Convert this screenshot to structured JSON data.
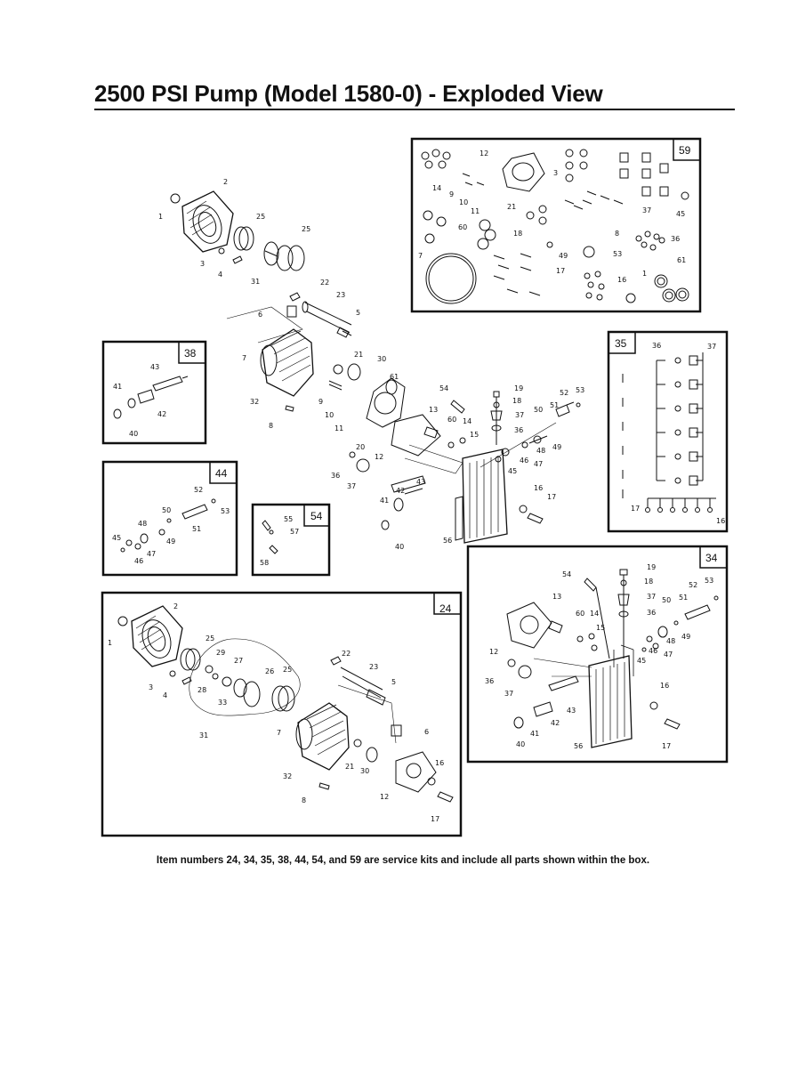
{
  "title": "2500 PSI Pump (Model 1580-0) - Exploded View",
  "footnote": "Item numbers 24, 34, 35, 38, 44, 54, and 59 are service kits and include all parts shown within the box.",
  "kits": [
    {
      "id": "59",
      "label": "59"
    },
    {
      "id": "38",
      "label": "38"
    },
    {
      "id": "35",
      "label": "35"
    },
    {
      "id": "44",
      "label": "44"
    },
    {
      "id": "54",
      "label": "54"
    },
    {
      "id": "34",
      "label": "34"
    },
    {
      "id": "24",
      "label": "24"
    }
  ],
  "callouts": {
    "main": [
      "2",
      "1",
      "25",
      "25",
      "3",
      "4",
      "31",
      "22",
      "23",
      "6",
      "5",
      "7",
      "21",
      "30",
      "61",
      "32",
      "9",
      "10",
      "11",
      "8",
      "19",
      "18",
      "37",
      "36",
      "54",
      "52",
      "53",
      "50",
      "51",
      "49",
      "48",
      "47",
      "46",
      "45",
      "60",
      "14",
      "15",
      "13",
      "20",
      "12",
      "36",
      "37",
      "43",
      "42",
      "41",
      "40",
      "56",
      "16",
      "17"
    ],
    "kit59": [
      "12",
      "14",
      "9",
      "10",
      "11",
      "3",
      "37",
      "45",
      "21",
      "8",
      "60",
      "18",
      "36",
      "49",
      "53",
      "7",
      "17",
      "16",
      "1",
      "61"
    ],
    "kit38": [
      "43",
      "41",
      "42",
      "40"
    ],
    "kit35": [
      "36",
      "37",
      "17",
      "16"
    ],
    "kit44": [
      "52",
      "53",
      "50",
      "51",
      "48",
      "49",
      "45",
      "47",
      "46"
    ],
    "kit54": [
      "55",
      "57",
      "58"
    ],
    "kit34": [
      "54",
      "19",
      "18",
      "13",
      "37",
      "36",
      "52",
      "53",
      "51",
      "50",
      "60",
      "14",
      "15",
      "48",
      "49",
      "46",
      "47",
      "45",
      "12",
      "36",
      "37",
      "43",
      "42",
      "41",
      "40",
      "56",
      "16",
      "17"
    ],
    "kit24": [
      "2",
      "1",
      "25",
      "29",
      "27",
      "3",
      "4",
      "28",
      "33",
      "26",
      "25",
      "22",
      "23",
      "5",
      "31",
      "7",
      "6",
      "21",
      "30",
      "32",
      "16",
      "8",
      "12",
      "17"
    ]
  }
}
